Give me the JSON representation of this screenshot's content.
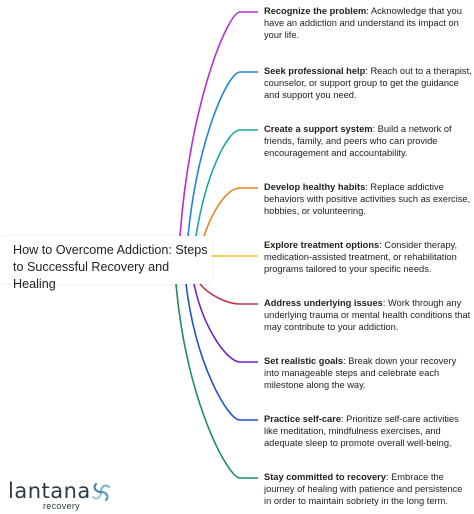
{
  "root": {
    "title": "How to Overcome Addiction: Steps to Successful Recovery and Healing"
  },
  "branches": [
    {
      "title": "Recognize the problem",
      "text": ": Acknowledge that you have an addiction and understand its impact on your life.",
      "color": "#b430d0"
    },
    {
      "title": "Seek professional help",
      "text": ": Reach out to a therapist, counselor, or support group to get the guidance and support you need.",
      "color": "#1f86d6"
    },
    {
      "title": "Create a support system",
      "text": ": Build a network of friends, family, and peers who can provide encouragement and accountability.",
      "color": "#1aa89a"
    },
    {
      "title": "Develop healthy habits",
      "text": ": Replace addictive behaviors with positive activities such as exercise, hobbies, or volunteering.",
      "color": "#e8821e"
    },
    {
      "title": "Explore treatment options",
      "text": ": Consider therapy, medication-assisted treatment, or rehabilitation programs tailored to your specific needs.",
      "color": "#f1c21a"
    },
    {
      "title": "Address underlying issues",
      "text": ": Work through any underlying trauma or mental health conditions that may contribute to your addiction.",
      "color": "#c2334a"
    },
    {
      "title": "Set realistic goals",
      "text": ": Break down your recovery into manageable steps and celebrate each milestone along the way.",
      "color": "#6f24c4"
    },
    {
      "title": "Practice self-care",
      "text": ": Prioritize self-care activities like meditation, mindfulness exercises, and adequate sleep to promote overall well-being.",
      "color": "#2153c8"
    },
    {
      "title": "Stay committed to recovery",
      "text": ": Embrace the journey of healing with patience and persistence in order to maintain sobriety in the long term.",
      "color": "#1f8f5c"
    }
  ],
  "logo": {
    "name": "lantana",
    "tagline": "recovery"
  }
}
